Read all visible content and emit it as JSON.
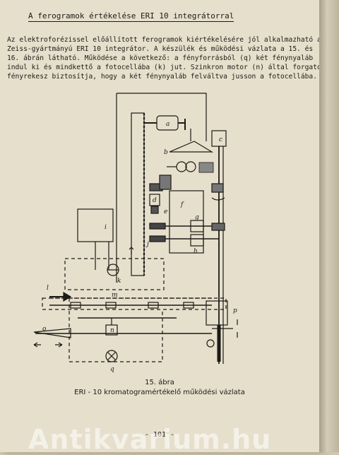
{
  "heading": "A ferogramok értékelése ERI 10 integrátorral",
  "paragraph_lines": [
    "Az elektroforézissel előállított ferogramok kiértékelésére jól alkalmazható a",
    "Zeiss-gyártmányú ERI 10 integrátor. A készülék és működési vázlata a 15. és",
    "16. ábrán látható. Működése a következő: a fényforrásból (q) két fénynyaláb",
    "indul ki és mindkettő a fotocellába (k) jut. Szinkron motor (n) által forgatott",
    "fényrekesz biztosítja, hogy a két fénynyaláb felváltva jusson a fotocellába."
  ],
  "figure_number": "15. ábra",
  "figure_title": "ERI - 10 kromatogramértékelő működési vázlata",
  "diagram_labels": {
    "a": "a",
    "b": "b",
    "c": "c",
    "d": "d",
    "e": "e",
    "f": "f",
    "g": "g",
    "h": "h",
    "i": "i",
    "j": "j",
    "k": "k",
    "l": "l",
    "m": "m",
    "n": "n",
    "o": "o",
    "p": "p",
    "q": "q"
  },
  "page_number": "- 101 -",
  "watermark": "Antikvarium.hu"
}
